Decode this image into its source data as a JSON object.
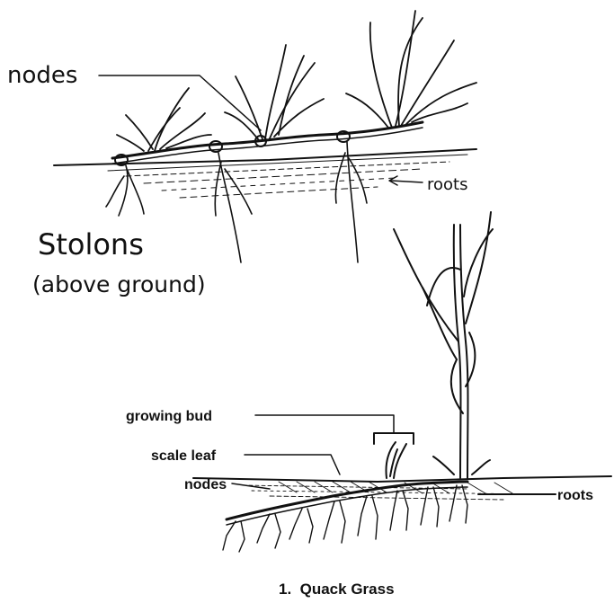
{
  "top": {
    "nodes_label": "nodes",
    "roots_label": "roots",
    "stolons_line1": "Stolons",
    "stolons_line2": "(above ground)"
  },
  "bottom": {
    "growing_bud_label": "growing bud",
    "scale_leaf_label": "scale leaf",
    "nodes_label": "nodes",
    "roots_label": "roots"
  },
  "caption": "1.  Quack Grass"
}
